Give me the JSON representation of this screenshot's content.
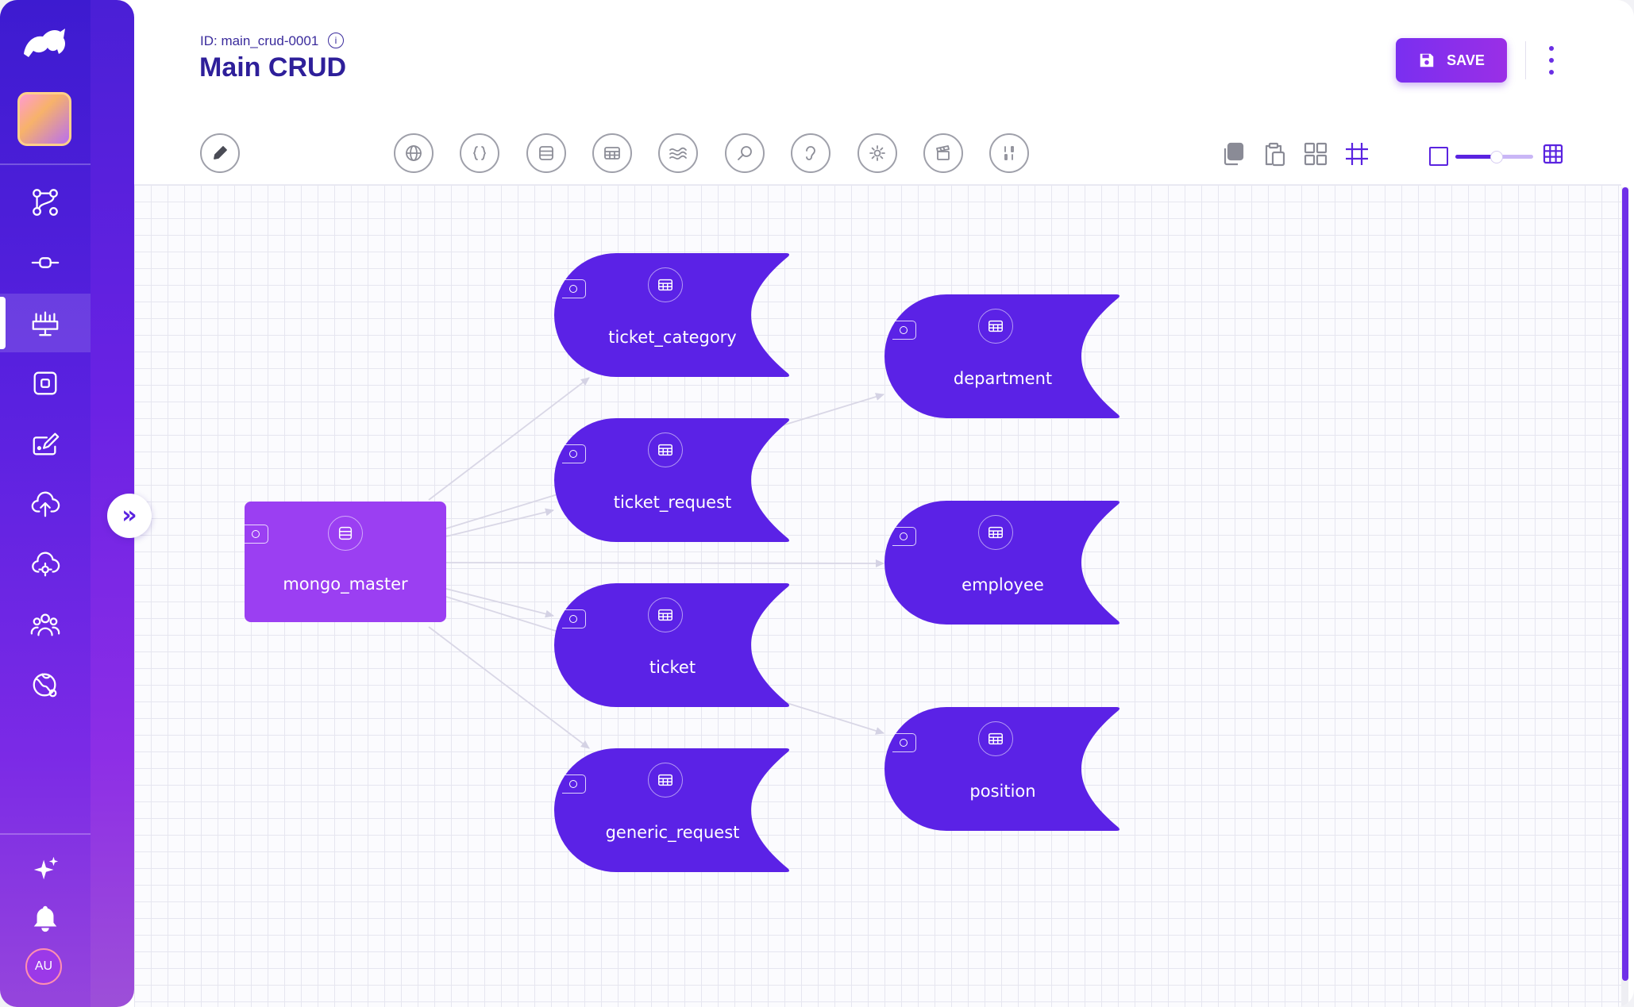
{
  "header": {
    "doc_id": "ID: main_crud-0001",
    "title": "Main CRUD",
    "save_label": "SAVE"
  },
  "sidebar": {
    "items": [
      {
        "icon": "flow-icon"
      },
      {
        "icon": "commit-icon"
      },
      {
        "icon": "monitor-icon",
        "active": true
      },
      {
        "icon": "square-icon"
      },
      {
        "icon": "edit-icon"
      },
      {
        "icon": "cloud-upload-icon"
      },
      {
        "icon": "cloud-gear-icon"
      },
      {
        "icon": "users-icon"
      },
      {
        "icon": "globe-icon"
      }
    ],
    "bottom": [
      {
        "icon": "sparkle-icon"
      },
      {
        "icon": "bell-icon"
      }
    ],
    "avatar": "AU"
  },
  "toolbar": {
    "tools": [
      "pencil-icon",
      "globe-icon",
      "braces-icon",
      "database-icon",
      "table-icon",
      "waves-icon",
      "search-icon",
      "ear-icon",
      "gear-icon",
      "clapperboard-icon",
      "binary-icon"
    ],
    "right_tools": [
      "copy-icon",
      "paste-icon",
      "grid-layout-icon",
      "hash-grid-icon"
    ],
    "zoom": 0.52
  },
  "nodes": {
    "source": "mongo_master",
    "tables": [
      "ticket_category",
      "ticket_request",
      "ticket",
      "generic_request",
      "department",
      "employee",
      "position"
    ]
  },
  "colors": {
    "accent": "#5a23e0",
    "source_node": "#9b3ff2",
    "table_node": "#5b22e6"
  }
}
